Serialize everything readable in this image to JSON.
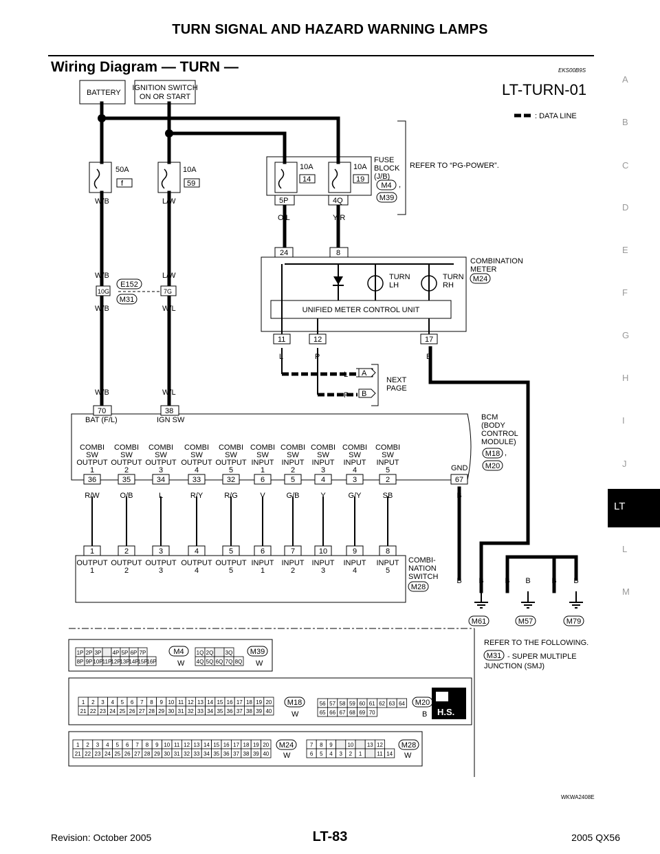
{
  "header": {
    "page_title": "TURN SIGNAL AND HAZARD WARNING LAMPS",
    "section_title": "Wiring Diagram — TURN —",
    "section_code": "EKS00B9S"
  },
  "side_index": {
    "letters": [
      "A",
      "B",
      "C",
      "D",
      "E",
      "F",
      "G",
      "H",
      "I",
      "J",
      "L",
      "M"
    ],
    "active_tab": "LT"
  },
  "footer": {
    "revision": "Revision: October 2005",
    "page_number": "LT-83",
    "model": "2005 QX56"
  },
  "diagram": {
    "id": "LT-TURN-01",
    "data_line_legend": ": DATA LINE",
    "battery": "BATTERY",
    "ignition_switch": [
      "IGNITION SWITCH",
      "ON OR START"
    ],
    "fuses": [
      {
        "amp": "50A",
        "no": "f"
      },
      {
        "amp": "10A",
        "no": "59"
      },
      {
        "amp": "10A",
        "no": "14"
      },
      {
        "amp": "10A",
        "no": "19"
      }
    ],
    "fuse_block": [
      "FUSE",
      "BLOCK",
      "(J/B)"
    ],
    "fuse_block_connectors": [
      "M4",
      "M39"
    ],
    "fuse_terminals": [
      "5P",
      "4Q"
    ],
    "refer_pg_power": "REFER TO “PG-POWER”.",
    "wire_colors": {
      "wb": "W/B",
      "lw": "L/W",
      "wl": "W/L",
      "ol": "O/L",
      "yr": "Y/R",
      "l": "L",
      "p": "P",
      "b": "B"
    },
    "joint_terminals": [
      "10G",
      "7G"
    ],
    "joint_connectors": [
      "E152",
      "M31"
    ],
    "meter_terminals_top": [
      "24",
      "8"
    ],
    "meter_terminals_bottom": [
      "11",
      "12",
      "17"
    ],
    "combination_meter": [
      "COMBINATION",
      "METER"
    ],
    "meter_connector": "M24",
    "turn_lh": [
      "TURN",
      "LH"
    ],
    "turn_rh": [
      "TURN",
      "RH"
    ],
    "unified_meter": "UNIFIED METER CONTROL UNIT",
    "next_page": [
      "NEXT",
      "PAGE"
    ],
    "next_page_labels": [
      "A",
      "B"
    ],
    "bcm_label": [
      "BCM",
      "(BODY",
      "CONTROL",
      "MODULE)"
    ],
    "bcm_connectors": [
      "M18",
      "M20"
    ],
    "bcm_top_terminals": [
      "70",
      "38"
    ],
    "bat_label": "BAT (F/L)",
    "ign_label": "IGN SW",
    "combi_bcm_labels": [
      [
        "COMBI",
        "SW",
        "OUTPUT",
        "1"
      ],
      [
        "COMBI",
        "SW",
        "OUTPUT",
        "2"
      ],
      [
        "COMBI",
        "SW",
        "OUTPUT",
        "3"
      ],
      [
        "COMBI",
        "SW",
        "OUTPUT",
        "4"
      ],
      [
        "COMBI",
        "SW",
        "OUTPUT",
        "5"
      ],
      [
        "COMBI",
        "SW",
        "INPUT",
        "1"
      ],
      [
        "COMBI",
        "SW",
        "INPUT",
        "2"
      ],
      [
        "COMBI",
        "SW",
        "INPUT",
        "3"
      ],
      [
        "COMBI",
        "SW",
        "INPUT",
        "4"
      ],
      [
        "COMBI",
        "SW",
        "INPUT",
        "5"
      ]
    ],
    "gnd_label": "GND",
    "bcm_bottom_terminals": [
      "36",
      "35",
      "34",
      "33",
      "32",
      "6",
      "5",
      "4",
      "3",
      "2",
      "67"
    ],
    "combi_wires": [
      "R/W",
      "O/B",
      "L",
      "R/Y",
      "R/G",
      "V",
      "G/B",
      "Y",
      "G/Y",
      "SB",
      "B"
    ],
    "switch_terminals": [
      "1",
      "2",
      "3",
      "4",
      "5",
      "6",
      "7",
      "10",
      "9",
      "8"
    ],
    "switch_labels": [
      [
        "OUTPUT",
        "1"
      ],
      [
        "OUTPUT",
        "2"
      ],
      [
        "OUTPUT",
        "3"
      ],
      [
        "OUTPUT",
        "4"
      ],
      [
        "OUTPUT",
        "5"
      ],
      [
        "INPUT",
        "1"
      ],
      [
        "INPUT",
        "2"
      ],
      [
        "INPUT",
        "3"
      ],
      [
        "INPUT",
        "4"
      ],
      [
        "INPUT",
        "5"
      ]
    ],
    "combination_switch": [
      "COMBI-",
      "NATION",
      "SWITCH"
    ],
    "switch_connector": "M28",
    "ground_connectors": [
      "M61",
      "M57",
      "M79"
    ],
    "refer_following": "REFER TO THE FOLLOWING.",
    "smj_connector": "M31",
    "smj_text": [
      "- SUPER MULTIPLE",
      "JUNCTION (SMJ)"
    ],
    "hs_label": "H.S.",
    "diagram_code": "WKWA2408E"
  },
  "connector_views": {
    "m4": {
      "name": "M4",
      "color": "W",
      "row1": [
        "1P",
        "2P",
        "3P",
        "",
        "4P",
        "5P",
        "6P",
        "7P"
      ],
      "row2": [
        "8P",
        "9P",
        "10P",
        "11P",
        "12P",
        "13P",
        "14P",
        "15P",
        "16P"
      ]
    },
    "m39": {
      "name": "M39",
      "color": "W",
      "row1": [
        "1Q",
        "2Q",
        "",
        "3Q"
      ],
      "row2": [
        "4Q",
        "5Q",
        "6Q",
        "7Q",
        "8Q"
      ]
    },
    "m18": {
      "name": "M18",
      "color": "W",
      "row1": [
        "1",
        "2",
        "3",
        "4",
        "5",
        "6",
        "7",
        "8",
        "9",
        "10",
        "11",
        "12",
        "13",
        "14",
        "15",
        "16",
        "17",
        "18",
        "19",
        "20"
      ],
      "row2": [
        "21",
        "22",
        "23",
        "24",
        "25",
        "26",
        "27",
        "28",
        "29",
        "30",
        "31",
        "32",
        "33",
        "34",
        "35",
        "36",
        "37",
        "38",
        "39",
        "40"
      ]
    },
    "m20": {
      "name": "M20",
      "color": "B",
      "row1": [
        "56",
        "57",
        "58",
        "59",
        "60",
        "61",
        "62",
        "63",
        "64"
      ],
      "row2": [
        "65",
        "66",
        "67",
        "68",
        "69",
        "70"
      ]
    },
    "m24": {
      "name": "M24",
      "color": "W",
      "row1": [
        "1",
        "2",
        "3",
        "4",
        "5",
        "6",
        "7",
        "8",
        "9",
        "10",
        "11",
        "12",
        "13",
        "14",
        "15",
        "16",
        "17",
        "18",
        "19",
        "20"
      ],
      "row2": [
        "21",
        "22",
        "23",
        "24",
        "25",
        "26",
        "27",
        "28",
        "29",
        "30",
        "31",
        "32",
        "33",
        "34",
        "35",
        "36",
        "37",
        "38",
        "39",
        "40"
      ]
    },
    "m28": {
      "name": "M28",
      "color": "W",
      "row1": [
        "7",
        "8",
        "9",
        "",
        "10",
        "",
        "13",
        "12"
      ],
      "row2": [
        "6",
        "5",
        "4",
        "3",
        "2",
        "1",
        "",
        "11",
        "14"
      ]
    }
  }
}
